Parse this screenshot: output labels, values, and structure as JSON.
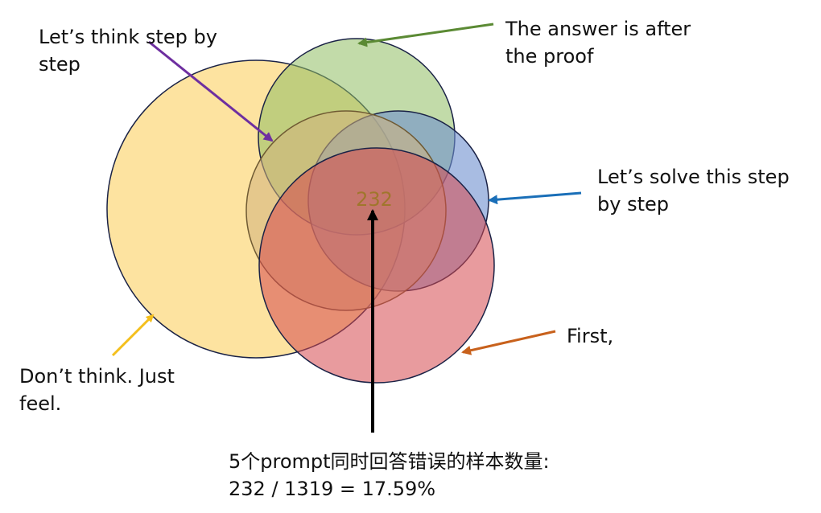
{
  "sets": {
    "dont_think": {
      "label_lines": [
        "Don’t think. Just",
        "feel."
      ],
      "fill": "#fbc02d",
      "arrow_color": "#f4bf1c"
    },
    "think_step": {
      "label_lines": [
        "Let’s think step by",
        "step"
      ],
      "fill": "#d1b27c",
      "arrow_color": "#6e2fa0"
    },
    "answer_after_proof": {
      "label_lines": [
        "The answer is after",
        "the proof"
      ],
      "fill": "#8fbe63",
      "arrow_color": "#5b8a34"
    },
    "solve_step": {
      "label_lines": [
        "Let’s solve this step",
        "by step"
      ],
      "fill": "#6e8fce",
      "arrow_color": "#1a6fb8"
    },
    "first": {
      "label_lines": [
        "First,"
      ],
      "fill": "#d6484f",
      "arrow_color": "#c8611c"
    }
  },
  "center": {
    "value": "232"
  },
  "caption": {
    "line1": "5个prompt同时回答错误的样本数量:",
    "line2": "232 / 1319 = 17.59%"
  }
}
